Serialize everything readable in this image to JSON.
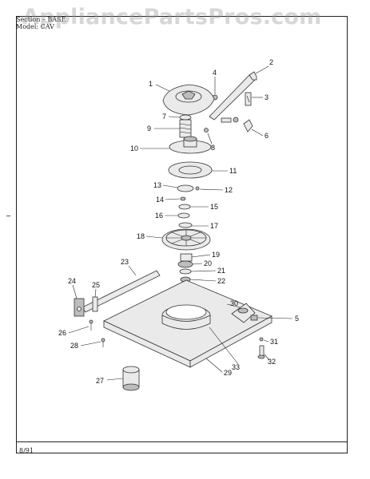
{
  "watermark": "AppliancePartsPros.com",
  "header": {
    "section_line": "Section – BASE",
    "model_line": "Model: CAV"
  },
  "footer": {
    "date": "8/91"
  },
  "callouts": [
    "1",
    "2",
    "3",
    "4",
    "5",
    "6",
    "7",
    "8",
    "9",
    "10",
    "11",
    "12",
    "13",
    "14",
    "15",
    "16",
    "17",
    "18",
    "19",
    "20",
    "21",
    "22",
    "23",
    "24",
    "25",
    "26",
    "27",
    "28",
    "29",
    "30",
    "31",
    "32",
    "33"
  ]
}
